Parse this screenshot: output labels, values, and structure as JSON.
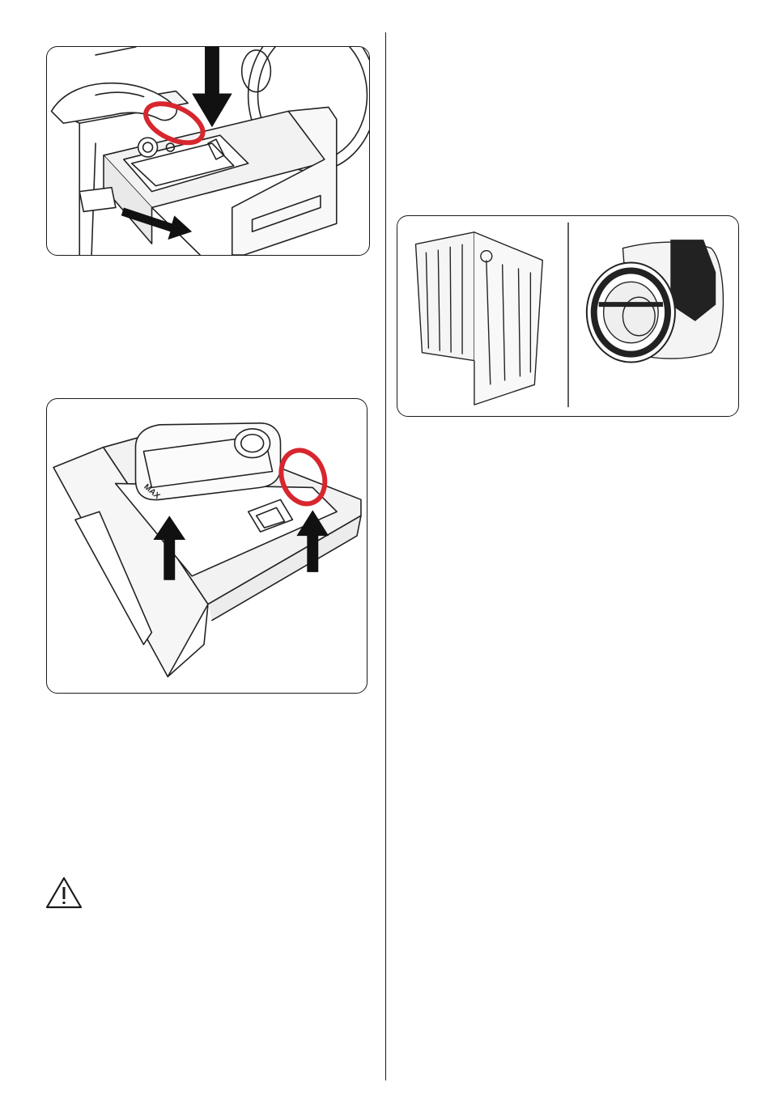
{
  "figures": {
    "dispenser_release": {
      "icon": "drawer-release-illustration",
      "accent": "#d7262e"
    },
    "dispenser_insert": {
      "icon": "drawer-insert-illustration",
      "accent": "#d7262e",
      "label_max": "MAX"
    },
    "drum_parts": {
      "left_icon": "door-seal-illustration",
      "right_icon": "drum-illustration"
    }
  },
  "warning": {
    "icon": "warning-triangle-icon"
  }
}
